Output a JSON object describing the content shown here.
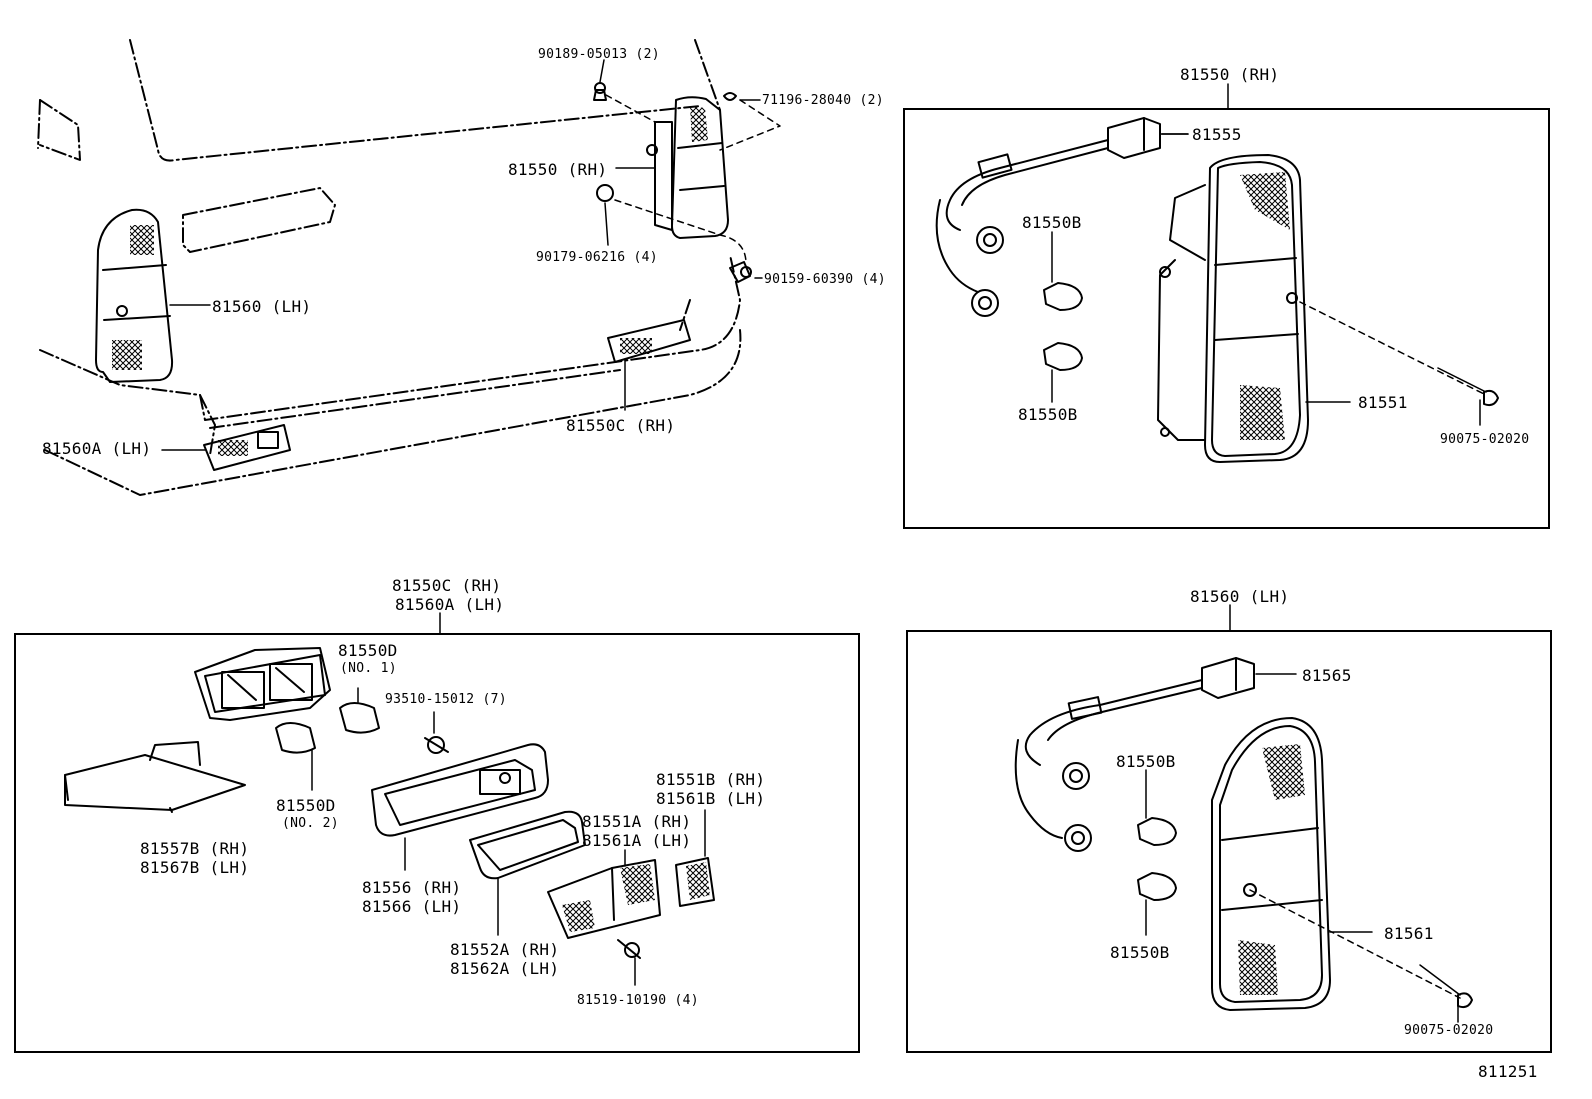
{
  "labels": {
    "overview": {
      "l_90189": "90189-05013 (2)",
      "l_71196": "71196-28040 (2)",
      "l_81550rh": "81550 (RH)",
      "l_90179": "90179-06216 (4)",
      "l_90159": "90159-60390 (4)",
      "l_81560lh": "81560 (LH)",
      "l_81550c": "81550C (RH)",
      "l_81560a": "81560A (LH)"
    },
    "rh_panel": {
      "title": "81550 (RH)",
      "l_81555": "81555",
      "l_81550b_top": "81550B",
      "l_81550b_bot": "81550B",
      "l_81551": "81551",
      "l_screw": "90075-02020"
    },
    "license_panel": {
      "title_1": "81550C (RH)",
      "title_2": "81560A (LH)",
      "l_81550d_1a": "81550D",
      "l_81550d_1b": "(NO. 1)",
      "l_93510": "93510-15012 (7)",
      "l_81550d_2a": "81550D",
      "l_81550d_2b": "(NO. 2)",
      "l_81557b": "81557B (RH)",
      "l_81567b": "81567B (LH)",
      "l_81556": "81556 (RH)",
      "l_81566": "81566 (LH)",
      "l_81551a": "81551A (RH)",
      "l_81561a": "81561A (LH)",
      "l_81551b": "81551B (RH)",
      "l_81561b": "81561B (LH)",
      "l_81552a": "81552A (RH)",
      "l_81562a": "81562A (LH)",
      "l_81519": "81519-10190 (4)"
    },
    "lh_panel": {
      "title": "81560 (LH)",
      "l_81565": "81565",
      "l_81550b_top": "81550B",
      "l_81550b_bot": "81550B",
      "l_81561": "81561",
      "l_screw": "90075-02020"
    },
    "figure_number": "811251"
  }
}
